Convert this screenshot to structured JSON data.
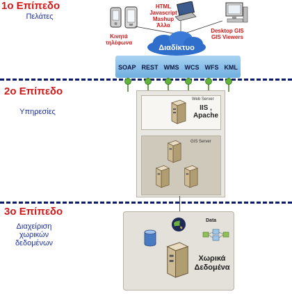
{
  "tier1": {
    "title": "1ο Επίπεδο",
    "subtitle": "Πελάτες"
  },
  "tier2": {
    "title": "2ο Επίπεδο",
    "subtitle": "Υπηρεσίες"
  },
  "tier3": {
    "title": "3ο Επίπεδο",
    "subtitle_lines": [
      "Διαχείριση",
      "χωρικών",
      "δεδομένων"
    ]
  },
  "clients": {
    "mobile": [
      "Κινητά",
      "τηλέφωνα"
    ],
    "web": [
      "HTML",
      "Javascript",
      "Mashup",
      "Άλλα"
    ],
    "desktop": [
      "Desktop GIS",
      "GIS Viewers"
    ]
  },
  "internet_label": "Διαδίκτυο",
  "services": [
    "SOAP",
    "REST",
    "WMS",
    "WCS",
    "WFS",
    "KML"
  ],
  "web_server": {
    "caption": "Web Server",
    "name_lines": [
      "IIS ,",
      "Apache"
    ]
  },
  "gis_server": {
    "caption": "GIS Server"
  },
  "data": {
    "caption": "Data",
    "name_lines": [
      "Χωρικά",
      "Δεδομένα"
    ]
  },
  "colors": {
    "tier_title": "#d01818",
    "subtitle": "#1c2fa0",
    "dashed_line": "#0a1a6b",
    "services_bar": "#8fc3ec",
    "pin_green": "#62b43a",
    "panel_bg": "#e4e1da"
  }
}
